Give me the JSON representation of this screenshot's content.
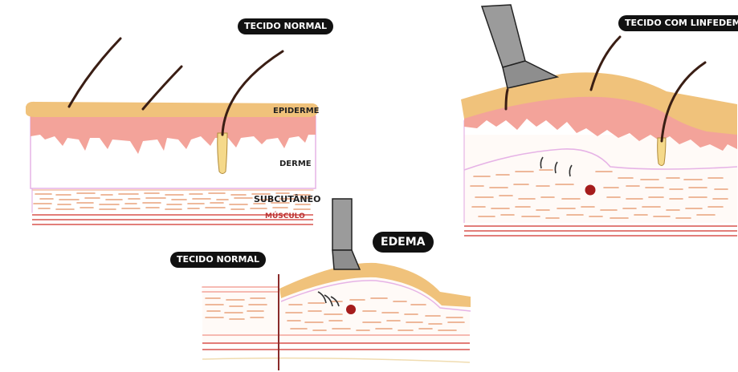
{
  "panels": {
    "normal_tissue": {
      "title": "TECIDO NORMAL",
      "layers": {
        "epidermis": "EPIDERME",
        "dermis": "DERME",
        "subcutaneous": "SUBCUTÂNEO",
        "muscle": "MÚSCULO"
      }
    },
    "edema": {
      "title": "EDEMA",
      "normal_label": "TECIDO NORMAL"
    },
    "lymphedema": {
      "title": "TECIDO COM LINFEDEMA"
    }
  },
  "colors": {
    "epidermis": "#f0c27b",
    "dermis_pink": "#f3a39a",
    "subcutaneous_lines": "#e9a27b",
    "muscle_lines": "#d9534f",
    "dermis_border": "#e6b3e6",
    "hair": "#3a1e14",
    "probe_gray": "#9b9b9b",
    "edema_dot": "#a51c1c",
    "label_bg": "#111111",
    "label_text": "#ffffff"
  }
}
